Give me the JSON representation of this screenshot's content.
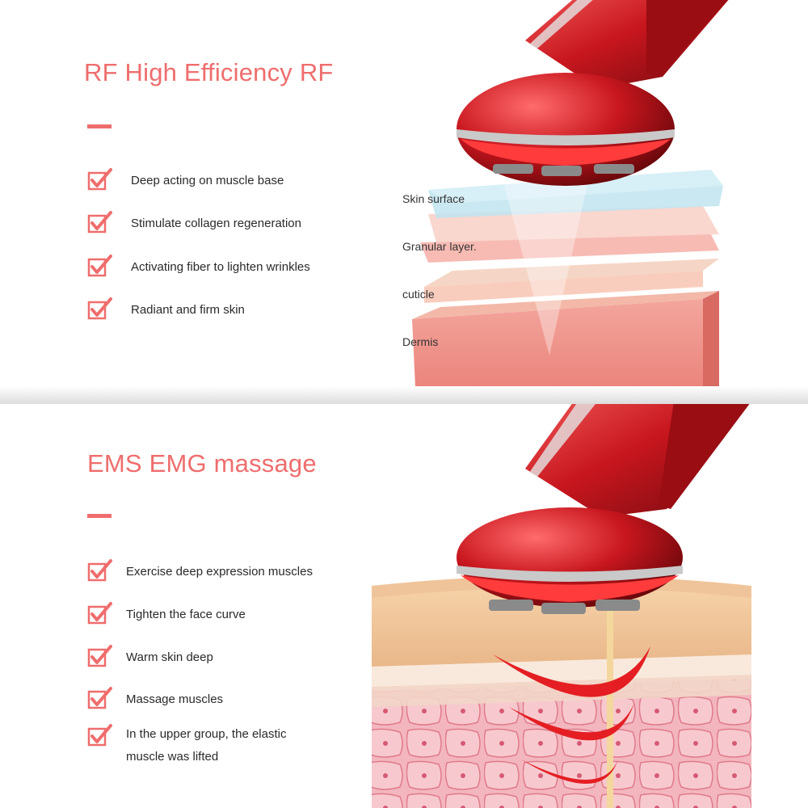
{
  "rf_section": {
    "title": "RF High Efficiency RF",
    "features": [
      "Deep acting on muscle base",
      "Stimulate collagen regeneration",
      "Activating fiber to lighten wrinkles",
      "Radiant and firm skin"
    ],
    "layer_labels": [
      "Skin surface",
      "Granular layer.",
      "cuticle",
      "Dermis"
    ]
  },
  "ems_section": {
    "title": "EMS EMG massage",
    "features": [
      "Exercise deep expression muscles",
      "Tighten the face curve",
      "Warm skin deep",
      "Massage muscles"
    ],
    "feature_multiline": {
      "line1": "In the upper group, the elastic",
      "line2": "muscle was lifted"
    }
  },
  "colors": {
    "accent": "#ef6d6d",
    "device_red": "#c8161e",
    "wave_red": "#e41e22"
  },
  "icons": [
    "checkmark-icon",
    "massage-device-icon"
  ]
}
